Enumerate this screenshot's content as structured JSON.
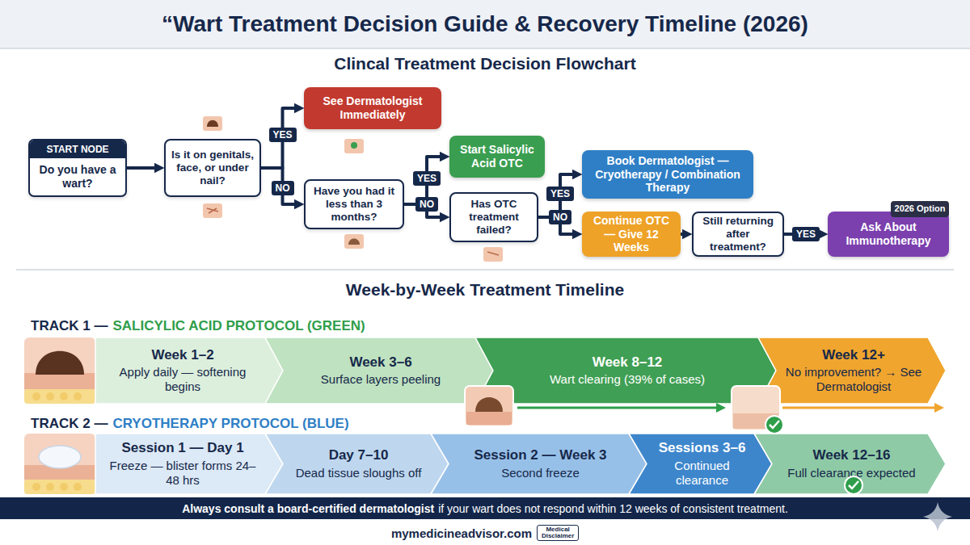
{
  "diagram": {
    "title": "“Wart Treatment Decision Guide & Recovery Timeline (2026)",
    "nodes": [
      {
        "text": [
          "START NODE",
          "Do you have a wart?"
        ]
      },
      {
        "text": [
          "Is it on genitals, face, or under nail?"
        ]
      },
      {
        "text": [
          "See Dermatologist Immediately"
        ]
      },
      {
        "text": [
          "Have you had it less than 3 months?"
        ]
      },
      {
        "text": [
          "Start Salicylic Acid OTC"
        ]
      },
      {
        "text": [
          "Has OTC treatment failed?"
        ]
      },
      {
        "text": [
          "Book Dermatologist — Cryotherapy / Combination Therapy"
        ]
      },
      {
        "text": [
          "Continue OTC — Give 12 Weeks"
        ]
      },
      {
        "text": [
          "Still returning after treatment?"
        ]
      },
      {
        "text": [
          "Ask About Immunotherapy"
        ]
      },
      {
        "text": [
          "2026 Option"
        ],
        "in": 9
      },
      {
        "text": [
          "Week 1–2",
          "Apply daily — softening begins"
        ]
      },
      {
        "text": [
          "Week 3–6",
          "Surface layers peeling"
        ]
      },
      {
        "text": [
          "Week 8–12",
          "Wart clearing (39% of cases)"
        ]
      },
      {
        "text": [
          "Week 12+",
          "No improvement? → See Dermatologist"
        ]
      },
      {
        "text": [
          "Session 1 — Day 1",
          "Freeze — blister forms 24–48 hrs"
        ]
      },
      {
        "text": [
          "Day 7–10",
          "Dead tissue sloughs off"
        ]
      },
      {
        "text": [
          "Session 2 — Week 3",
          "Second freeze"
        ]
      },
      {
        "text": [
          "Sessions 3–6",
          "Continued clearance"
        ]
      },
      {
        "text": [
          "Week 12–16",
          "Full clearance expected"
        ]
      },
      {
        "text": [
          "Always consult a board-certified dermatologist",
          "if your wart does not respond within 12 weeks of consistent treatment."
        ]
      }
    ],
    "edges": [
      {
        "from": 0,
        "to": 1,
        "arrow": "to"
      },
      {
        "from": 1,
        "to": 2,
        "label": "YES",
        "arrow": "to"
      },
      {
        "from": 1,
        "to": 3,
        "label": "NO",
        "arrow": "to"
      },
      {
        "from": 3,
        "to": 4,
        "label": "YES",
        "arrow": "to"
      },
      {
        "from": 3,
        "to": 5,
        "label": "NO",
        "arrow": "to"
      },
      {
        "from": 5,
        "to": 6,
        "label": "YES",
        "arrow": "to"
      },
      {
        "from": 5,
        "to": 7,
        "label": "NO",
        "arrow": "to"
      },
      {
        "from": 7,
        "to": 8,
        "arrow": "to"
      },
      {
        "from": 8,
        "to": 9,
        "label": "YES",
        "arrow": "to"
      }
    ],
    "labels": [
      "Clincal Treatment Decision Flowchart",
      "Week-by-Week Treatment Timeline",
      "TRACK 1 —",
      "SALICYLIC ACID PROTOCOL (GREEN)",
      "TRACK 2 —",
      "CRYOTHERAPY PROTOCOL (BLUE)",
      "mymedicineadvisor.com",
      "Medical Disclaimer"
    ]
  }
}
